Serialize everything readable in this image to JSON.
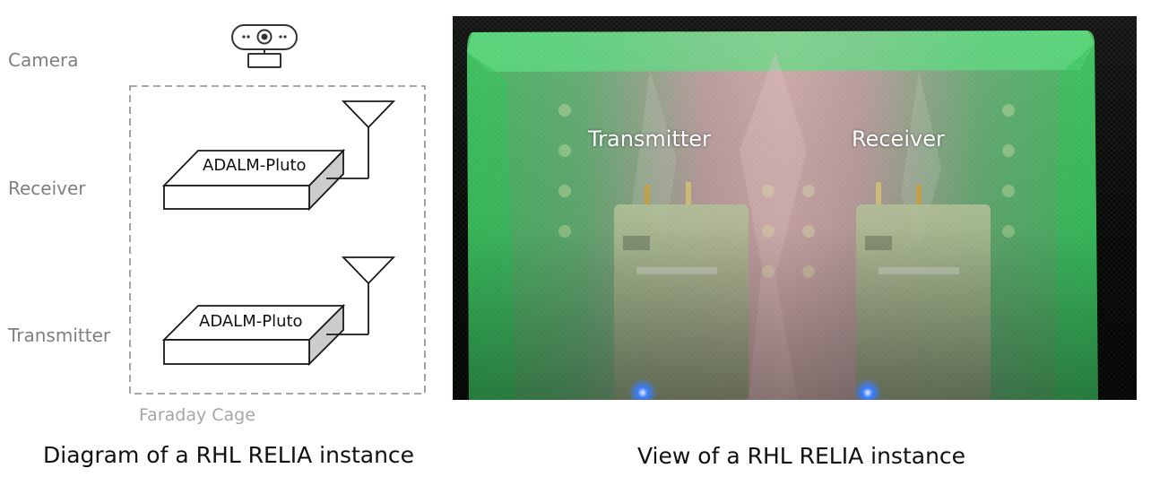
{
  "diagram": {
    "labels": {
      "camera": "Camera",
      "receiver": "Receiver",
      "transmitter": "Transmitter",
      "cage": "Faraday Cage"
    },
    "device_receiver": "ADALM-Pluto",
    "device_transmitter": "ADALM-Pluto",
    "caption": "Diagram of a RHL RELIA instance"
  },
  "photo": {
    "overlay_transmitter": "Transmitter",
    "overlay_receiver": "Receiver",
    "caption": "View of a RHL RELIA instance"
  },
  "icons": [
    "webcam-icon",
    "antenna-icon"
  ],
  "colors": {
    "cage_mesh_green": "#3fd86b",
    "cage_interior_pink": "#c7a3a1",
    "led_blue": "#3b7bff"
  }
}
